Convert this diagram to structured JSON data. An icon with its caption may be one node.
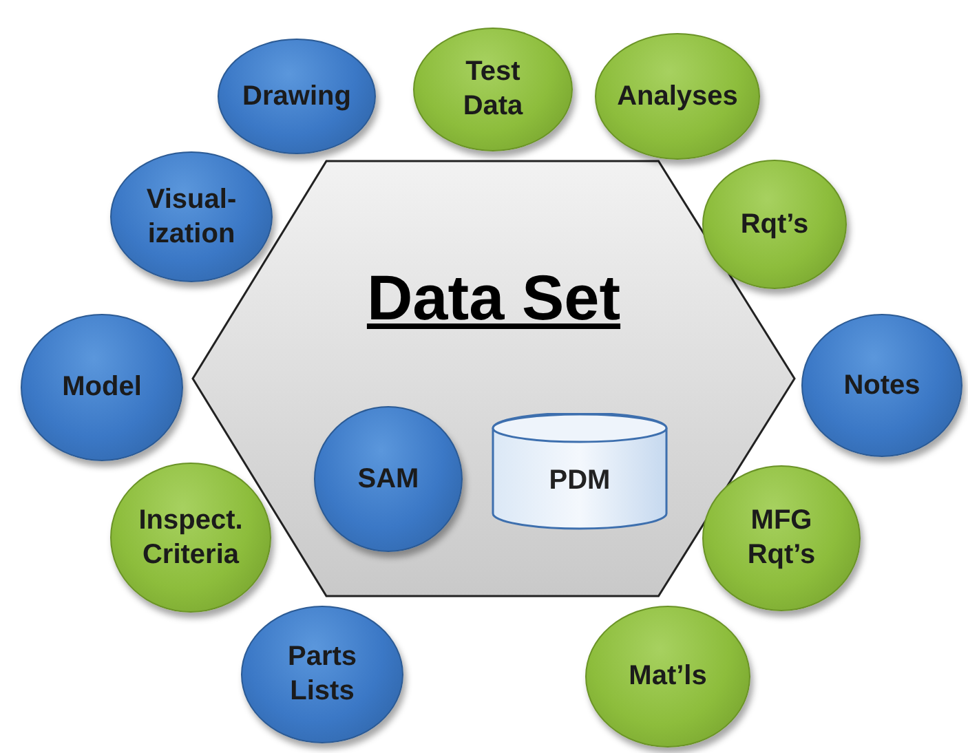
{
  "diagram": {
    "nodes": [
      {
        "text": [
          "Data Set"
        ]
      },
      {
        "text": [
          "SAM"
        ],
        "in": 0
      },
      {
        "text": [
          "PDM"
        ],
        "in": 0
      },
      {
        "text": [
          "Test Data"
        ]
      },
      {
        "text": [
          "Drawing"
        ]
      },
      {
        "text": [
          "Analyses"
        ]
      },
      {
        "text": [
          "Visual- ization"
        ]
      },
      {
        "text": [
          "Rqt’s"
        ]
      },
      {
        "text": [
          "Model"
        ]
      },
      {
        "text": [
          "Notes"
        ]
      },
      {
        "text": [
          "Inspect. Criteria"
        ]
      },
      {
        "text": [
          "MFG Rqt’s"
        ]
      },
      {
        "text": [
          "Mat’ls"
        ]
      },
      {
        "text": [
          "Parts Lists"
        ]
      }
    ]
  }
}
